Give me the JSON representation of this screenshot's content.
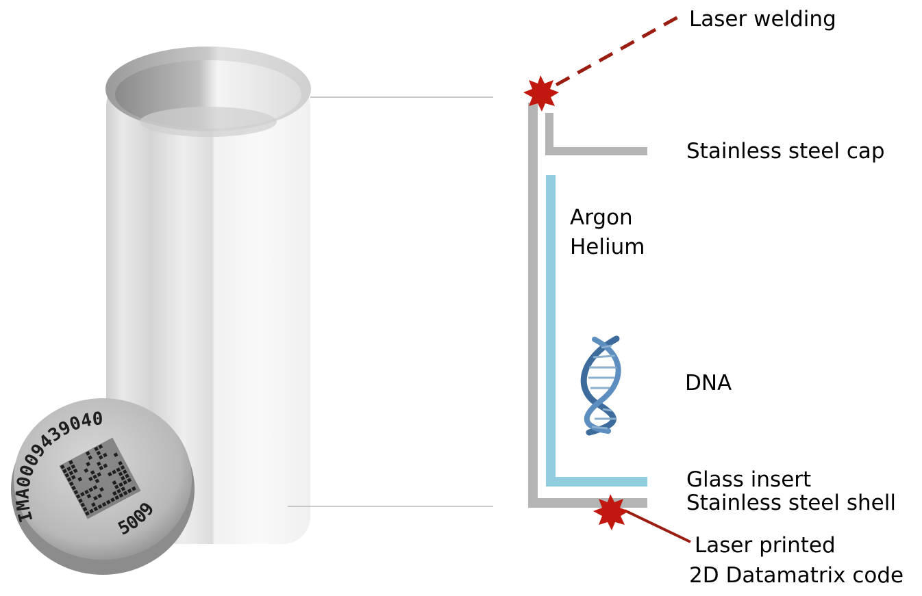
{
  "labels": {
    "laser_welding": "Laser welding",
    "stainless_steel_cap": "Stainless steel cap",
    "argon": "Argon",
    "helium": "Helium",
    "dna": "DNA",
    "glass_insert": "Glass insert",
    "stainless_steel_shell": "Stainless steel shell",
    "laser_printed": "Laser printed",
    "datamatrix_code": "2D Datamatrix code"
  },
  "cap_engraving": {
    "line1": "IMA0009439040",
    "line2": "5009"
  },
  "colors": {
    "steel_gray": "#b4b4b4",
    "glass_blue": "#92cddf",
    "laser_red": "#9b1c10",
    "burst_red": "#c0180e",
    "leader_gray": "#b8b8b8",
    "dna_blue": "#3d6c9c"
  }
}
